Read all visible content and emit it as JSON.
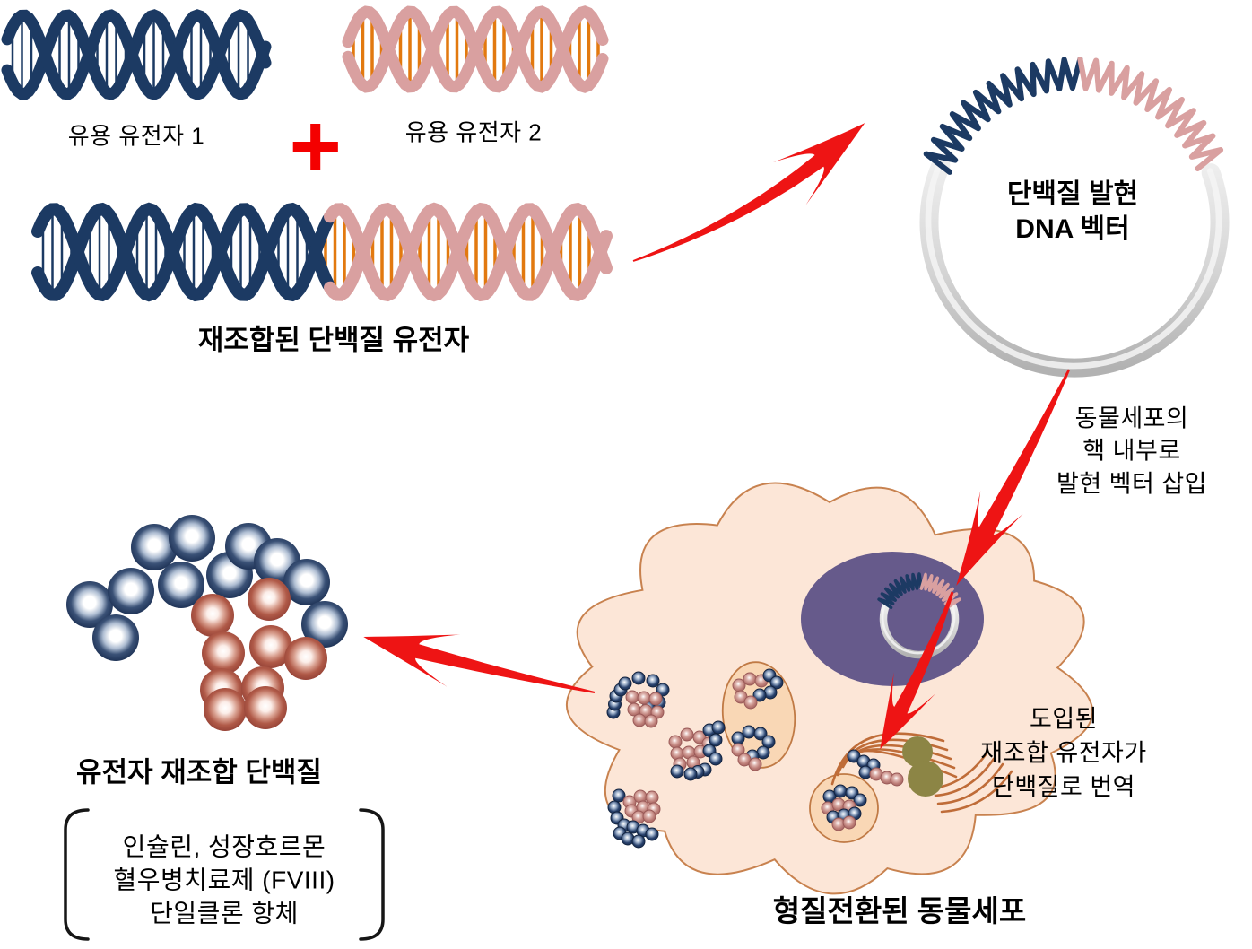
{
  "palette": {
    "navy": "#1c3a63",
    "pink": "#d9a0a0",
    "orange": "#e2790f",
    "red": "#ee1414",
    "plus_red": "#f40000",
    "ring_gray": "#c6c6c6",
    "ring_sheen": "#f4f4f4",
    "cell_fill": "#fce6d7",
    "cell_stroke": "#c8824f",
    "nucleus": "#665a8b",
    "vesicle_fill": "#f9d7b5",
    "vesicle_stroke": "#c07a45",
    "er_stroke": "#bf6c38",
    "olive": "#8c8545",
    "bead_navy_edge": "#12233f",
    "bead_rose_edge": "#9a5a58",
    "bracket_black": "#161616",
    "text_black": "#000000"
  },
  "labels": {
    "gene1": "유용 유전자 1",
    "plus": "+",
    "gene2": "유용 유전자 2",
    "recombined": "재조합된 단백질 유전자",
    "vector": "단백질 발현\nDNA 벡터",
    "insert": "동물세포의\n핵 내부로\n발현 벡터 삽입",
    "translate": "도입된\n재조합 유전자가\n단백질로 번역",
    "cell": "형질전환된 동물세포",
    "protein": "유전자 재조합 단백질",
    "products": "인슐린, 성장호르몬\n혈우병치료제 (FVIII)\n단일클론 항체"
  }
}
